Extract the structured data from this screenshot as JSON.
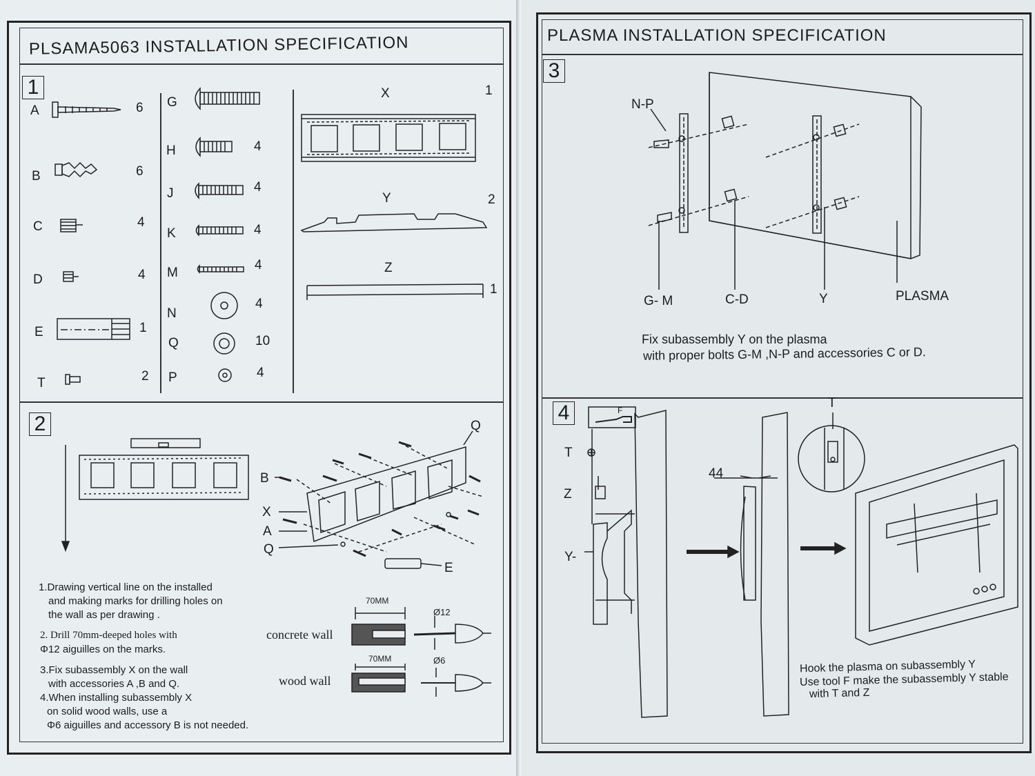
{
  "left": {
    "title": "PLSAMA5063  INSTALLATION   SPECIFICATION",
    "step1": {
      "num": "1",
      "parts_col1": [
        {
          "letter": "A",
          "qty": "6"
        },
        {
          "letter": "B",
          "qty": "6"
        },
        {
          "letter": "C",
          "qty": "4"
        },
        {
          "letter": "D",
          "qty": "4"
        },
        {
          "letter": "E",
          "qty": "1"
        },
        {
          "letter": "T",
          "qty": "2"
        }
      ],
      "parts_col2": [
        {
          "letter": "G",
          "qty": ""
        },
        {
          "letter": "H",
          "qty": "4"
        },
        {
          "letter": "J",
          "qty": "4"
        },
        {
          "letter": "K",
          "qty": "4"
        },
        {
          "letter": "M",
          "qty": "4"
        },
        {
          "letter": "N",
          "qty": "4"
        },
        {
          "letter": "Q",
          "qty": "10"
        },
        {
          "letter": "P",
          "qty": "4"
        }
      ],
      "assemblies": [
        {
          "letter": "X",
          "qty": "1"
        },
        {
          "letter": "Y",
          "qty": "2"
        },
        {
          "letter": "Z",
          "qty": "1"
        }
      ]
    },
    "step2": {
      "num": "2",
      "callouts": {
        "q_top": "Q",
        "b": "B",
        "x": "X",
        "a": "A",
        "q_bottom": "Q",
        "e": "E"
      },
      "notes": [
        "1.Drawing vertical line on the installed",
        "and making marks for  drilling holes on",
        "the wall as per drawing .",
        "2. Drill 70mm-deeped holes with",
        "Φ12 aiguilles on the marks.",
        "3.Fix subassembly X on the wall",
        "with accessories A ,B and Q.",
        "4.When installing subassembly X",
        "on solid wood walls, use a",
        "Φ6 aiguilles and accessory B is not needed."
      ],
      "concrete": {
        "label": "concrete wall",
        "depth": "70MM",
        "dia": "Ø12"
      },
      "wood": {
        "label": "wood wall",
        "depth": "70MM",
        "dia": "Ø6"
      }
    }
  },
  "right": {
    "title": "PLASMA  INSTALLATION   SPECIFICATION",
    "step3": {
      "num": "3",
      "labels": {
        "np": "N-P",
        "gm": "G- M",
        "cd": "C-D",
        "y": "Y",
        "plasma": "PLASMA"
      },
      "caption_line1": "Fix subassembly Y on the plasma",
      "caption_line2": "with proper bolts G-M ,N-P and accessories C or D."
    },
    "step4": {
      "num": "4",
      "labels": {
        "f": "F",
        "t": "T",
        "z": "Z",
        "y": "Y-",
        "dim": "44",
        "t_top": "T"
      },
      "caption_line1": "Hook the plasma on subassembly Y",
      "caption_line2": "Use tool F make the subassembly Y stable",
      "caption_line3": "with T and Z"
    }
  }
}
